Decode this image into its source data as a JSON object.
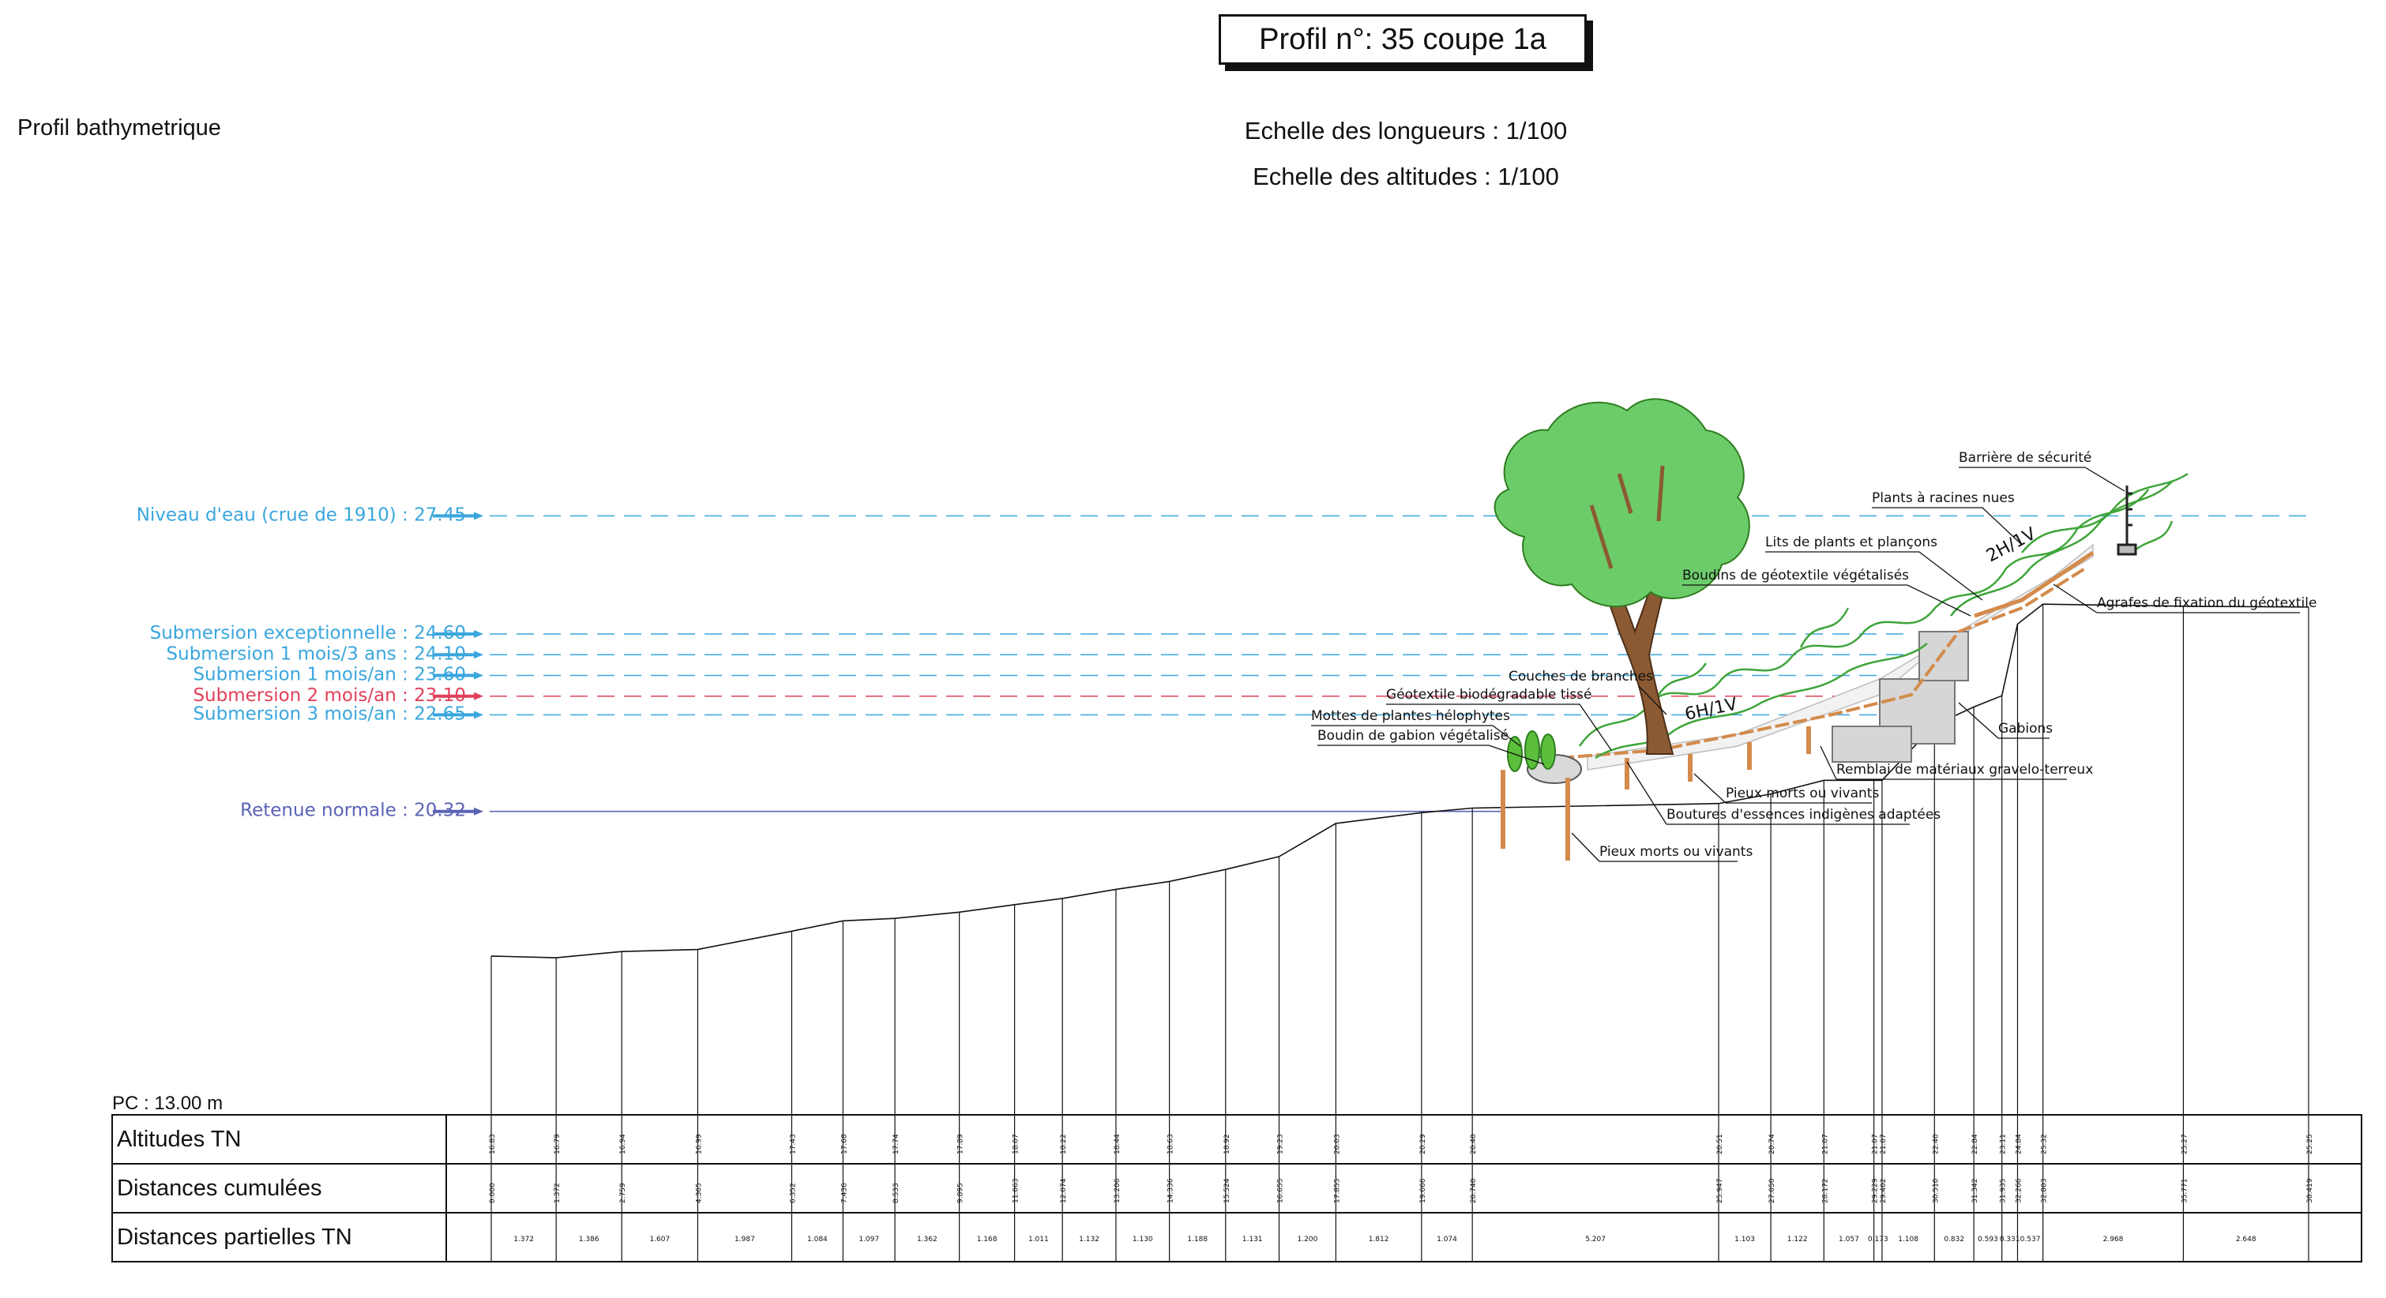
{
  "header": {
    "title": "Profil n°: 35 coupe 1a",
    "subtitle": "Profil bathymetrique",
    "scale_lengths": "Echelle des longueurs : 1/100",
    "scale_altitudes": "Echelle des altitudes : 1/100"
  },
  "water_levels": [
    {
      "label": "Niveau d'eau (crue de 1910) : 27.45",
      "value": 27.45,
      "color": "#3aa6dd"
    },
    {
      "label": "Submersion exceptionnelle : 24.60",
      "value": 24.6,
      "color": "#3aa6dd"
    },
    {
      "label": "Submersion 1 mois/3 ans : 24.10",
      "value": 24.1,
      "color": "#3aa6dd"
    },
    {
      "label": "Submersion 1 mois/an : 23.60",
      "value": 23.6,
      "color": "#3aa6dd"
    },
    {
      "label": "Submersion 2 mois/an : 23.10",
      "value": 23.1,
      "color": "#e0405a"
    },
    {
      "label": "Submersion 3 mois/an : 22.65",
      "value": 22.65,
      "color": "#3aa6dd"
    },
    {
      "label": "Retenue normale : 20.32",
      "value": 20.32,
      "color": "#5b63b5"
    }
  ],
  "annotations": {
    "barriere": "Barrière de sécurité",
    "plants_racines": "Plants à racines nues",
    "lits_plants": "Lits de plants et plançons",
    "boudins_geotextile": "Boudins de géotextile végétalisés",
    "agrafes": "Agrafes de fixation du géotextile",
    "couches_branches": "Couches de branches",
    "geotextile": "Géotextile biodégradable tissé",
    "mottes": "Mottes de plantes hélophytes",
    "boudin_gabion": "Boudin de gabion végétalisé",
    "gabions": "Gabions",
    "remblai": "Remblai de matériaux gravelo-terreux",
    "pieux1": "Pieux morts ou vivants",
    "boutures": "Boutures d'essences indigènes adaptées",
    "pieux2": "Pieux morts ou vivants",
    "slope1": "6H/1V",
    "slope2": "2H/1V"
  },
  "table": {
    "pc_label": "PC : 13.00 m",
    "row_labels": [
      "Altitudes TN",
      "Distances cumulées",
      "Distances partielles TN"
    ]
  },
  "chart_data": {
    "type": "line",
    "title": "Profil n°: 35 coupe 1a",
    "xlabel": "Distances cumulées",
    "ylabel": "Altitudes TN",
    "reference_plane": 13.0,
    "points": [
      {
        "x": 0.0,
        "alt": 16.83
      },
      {
        "x": 1.372,
        "alt": 16.79
      },
      {
        "x": 2.759,
        "alt": 16.94
      },
      {
        "x": 4.365,
        "alt": 16.99
      },
      {
        "x": 6.352,
        "alt": 17.43
      },
      {
        "x": 7.436,
        "alt": 17.68
      },
      {
        "x": 8.533,
        "alt": 17.74
      },
      {
        "x": 9.895,
        "alt": 17.89
      },
      {
        "x": 11.063,
        "alt": 18.07
      },
      {
        "x": 12.074,
        "alt": 18.22
      },
      {
        "x": 13.206,
        "alt": 18.44
      },
      {
        "x": 14.336,
        "alt": 18.63
      },
      {
        "x": 15.524,
        "alt": 18.92
      },
      {
        "x": 16.655,
        "alt": 19.23
      },
      {
        "x": 17.855,
        "alt": 20.03
      },
      {
        "x": 19.666,
        "alt": 20.29
      },
      {
        "x": 20.74,
        "alt": 20.4
      },
      {
        "x": 25.947,
        "alt": 20.51
      },
      {
        "x": 27.05,
        "alt": 20.74
      },
      {
        "x": 28.172,
        "alt": 21.07
      },
      {
        "x": 29.229,
        "alt": 21.07
      },
      {
        "x": 29.402,
        "alt": 21.07
      },
      {
        "x": 30.51,
        "alt": 22.4
      },
      {
        "x": 31.342,
        "alt": 22.84
      },
      {
        "x": 31.935,
        "alt": 23.11
      },
      {
        "x": 32.266,
        "alt": 24.84
      },
      {
        "x": 32.803,
        "alt": 25.32
      },
      {
        "x": 35.771,
        "alt": 25.27
      },
      {
        "x": 38.419,
        "alt": 25.25
      }
    ],
    "altitudes_text": [
      "16.83",
      "16.79",
      "16.94",
      "16.99",
      "17.43",
      "17.68",
      "17.74",
      "17.89",
      "18.07",
      "18.22",
      "18.44",
      "18.63",
      "18.92",
      "19.23",
      "20.03",
      "20.29",
      "20.40",
      "20.51",
      "20.74",
      "21.07",
      "21.07",
      "21.07",
      "22.40",
      "22.84",
      "23.11",
      "24.84",
      "25.32",
      "25.27",
      "25.25"
    ],
    "cumulative_text": [
      "0.000",
      "1.372",
      "2.759",
      "4.365",
      "6.352",
      "7.436",
      "8.533",
      "9.895",
      "11.063",
      "12.074",
      "13.206",
      "14.336",
      "15.524",
      "16.655",
      "17.855",
      "19.666",
      "20.740",
      "25.947",
      "27.050",
      "28.172",
      "29.229",
      "29.402",
      "30.510",
      "31.342",
      "31.935",
      "32.266",
      "32.803",
      "35.771",
      "38.419"
    ],
    "partial_text": [
      "1.372",
      "1.386",
      "1.607",
      "1.987",
      "1.084",
      "1.097",
      "1.362",
      "1.168",
      "1.011",
      "1.132",
      "1.130",
      "1.188",
      "1.131",
      "1.200",
      "1.812",
      "1.074",
      "5.207",
      "1.103",
      "1.122",
      "1.057",
      "0.173",
      "1.108",
      "0.832",
      "0.593",
      "0.331",
      "0.537",
      "2.968",
      "2.648"
    ]
  }
}
